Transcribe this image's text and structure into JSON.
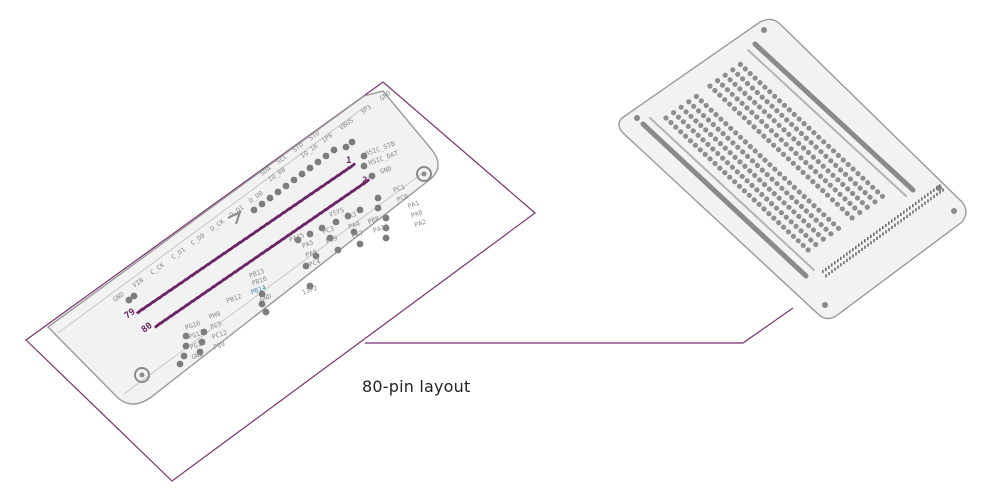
{
  "caption": "80-pin layout",
  "colors": {
    "outline": "#7a2f72",
    "pin_accent": "#6b2466",
    "board_fill": "#f2f2f2",
    "board_stroke": "#9a9a9a",
    "dot": "#7d7d7d",
    "label": "#8a8a8a"
  },
  "zoom": {
    "pin_markers": {
      "first": "1",
      "second": "2",
      "row_end_a": "79",
      "row_end_b": "80"
    },
    "labels_top": [
      "GND",
      "VIN",
      "C_CK",
      "C_D1",
      "C_D0",
      "D_CK",
      "D_D1",
      "D_D0",
      "IO_08",
      "IO_16",
      "1P8",
      "VBUS",
      "3P3",
      "GND"
    ],
    "labels_top_mid": [
      "SDA",
      "SCL",
      "STD",
      "STO"
    ],
    "labels_right": [
      "HSIC_STB",
      "HSIC_DAT",
      "GND",
      "PC1",
      "PC0",
      "PA1",
      "PA0",
      "PA2"
    ],
    "labels_mid": [
      "PA15",
      "VSYS",
      "PA5",
      "PC3",
      "PA3",
      "PA6",
      "PC9",
      "PA4",
      "PB8",
      "PA7",
      "PA14",
      "PB13",
      "PB10",
      "PB14",
      "PB12",
      "GND",
      "PC4",
      "13P2"
    ],
    "labels_bottom": [
      "PG10",
      "PH0",
      "PG12",
      "PC5",
      "PG11",
      "PC12",
      "GND",
      "PG9"
    ]
  }
}
